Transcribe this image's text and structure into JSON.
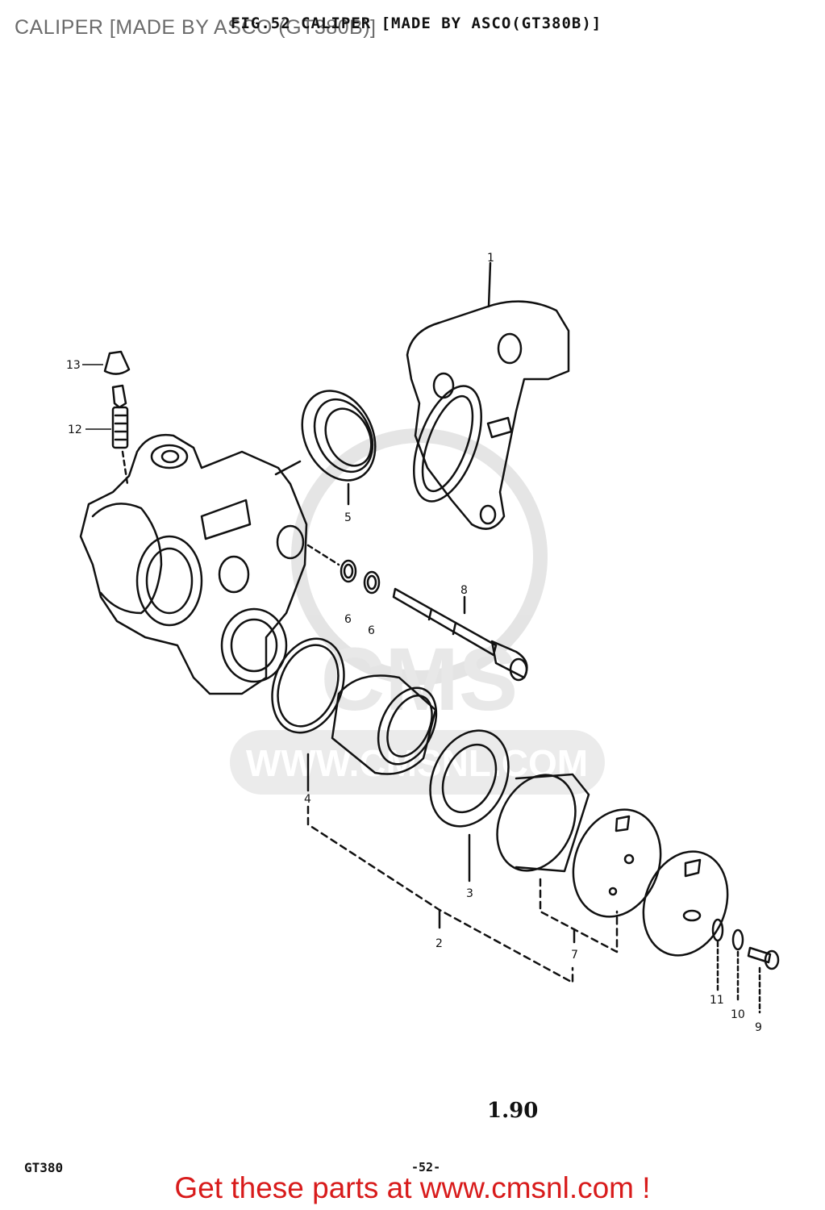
{
  "header": {
    "overlay_title": "CALIPER [MADE BY ASCO (GT380B)]",
    "figure_title": "FIG.52 CALIPER [MADE BY ASCO(GT380B)]"
  },
  "callouts": [
    "1",
    "2",
    "3",
    "4",
    "5",
    "6",
    "6",
    "7",
    "8",
    "9",
    "10",
    "11",
    "12",
    "13"
  ],
  "watermark": {
    "text": "WWW.CMSNL.COM",
    "logo_text": "CMS"
  },
  "footer": {
    "model": "GT380",
    "page": "-52-",
    "date_mark": "1.90",
    "cta": "Get these parts at www.cmsnl.com !"
  },
  "colors": {
    "line": "#111111",
    "watermark": "#cfcfcf",
    "cta": "#d81b1b"
  }
}
